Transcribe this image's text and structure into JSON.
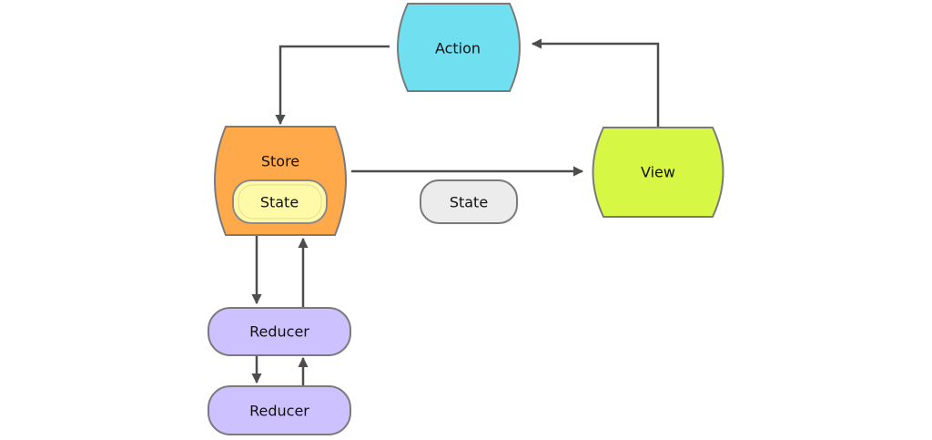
{
  "diagram": {
    "nodes": {
      "action": {
        "label": "Action",
        "color": "#70e0f0"
      },
      "store": {
        "label": "Store",
        "color": "#ffa94b"
      },
      "store_state": {
        "label": "State",
        "color": "#fffaa8"
      },
      "view": {
        "label": "View",
        "color": "#d7f745"
      },
      "state_payload": {
        "label": "State",
        "color": "#ececec"
      },
      "reducer_1": {
        "label": "Reducer",
        "color": "#cdc2ff"
      },
      "reducer_2": {
        "label": "Reducer",
        "color": "#cdc2ff"
      }
    },
    "edges": [
      {
        "from": "action",
        "to": "store"
      },
      {
        "from": "view",
        "to": "action"
      },
      {
        "from": "store",
        "to": "view"
      },
      {
        "from": "store",
        "to": "reducer_1"
      },
      {
        "from": "reducer_1",
        "to": "store"
      },
      {
        "from": "reducer_1",
        "to": "reducer_2"
      },
      {
        "from": "reducer_2",
        "to": "reducer_1"
      }
    ]
  }
}
